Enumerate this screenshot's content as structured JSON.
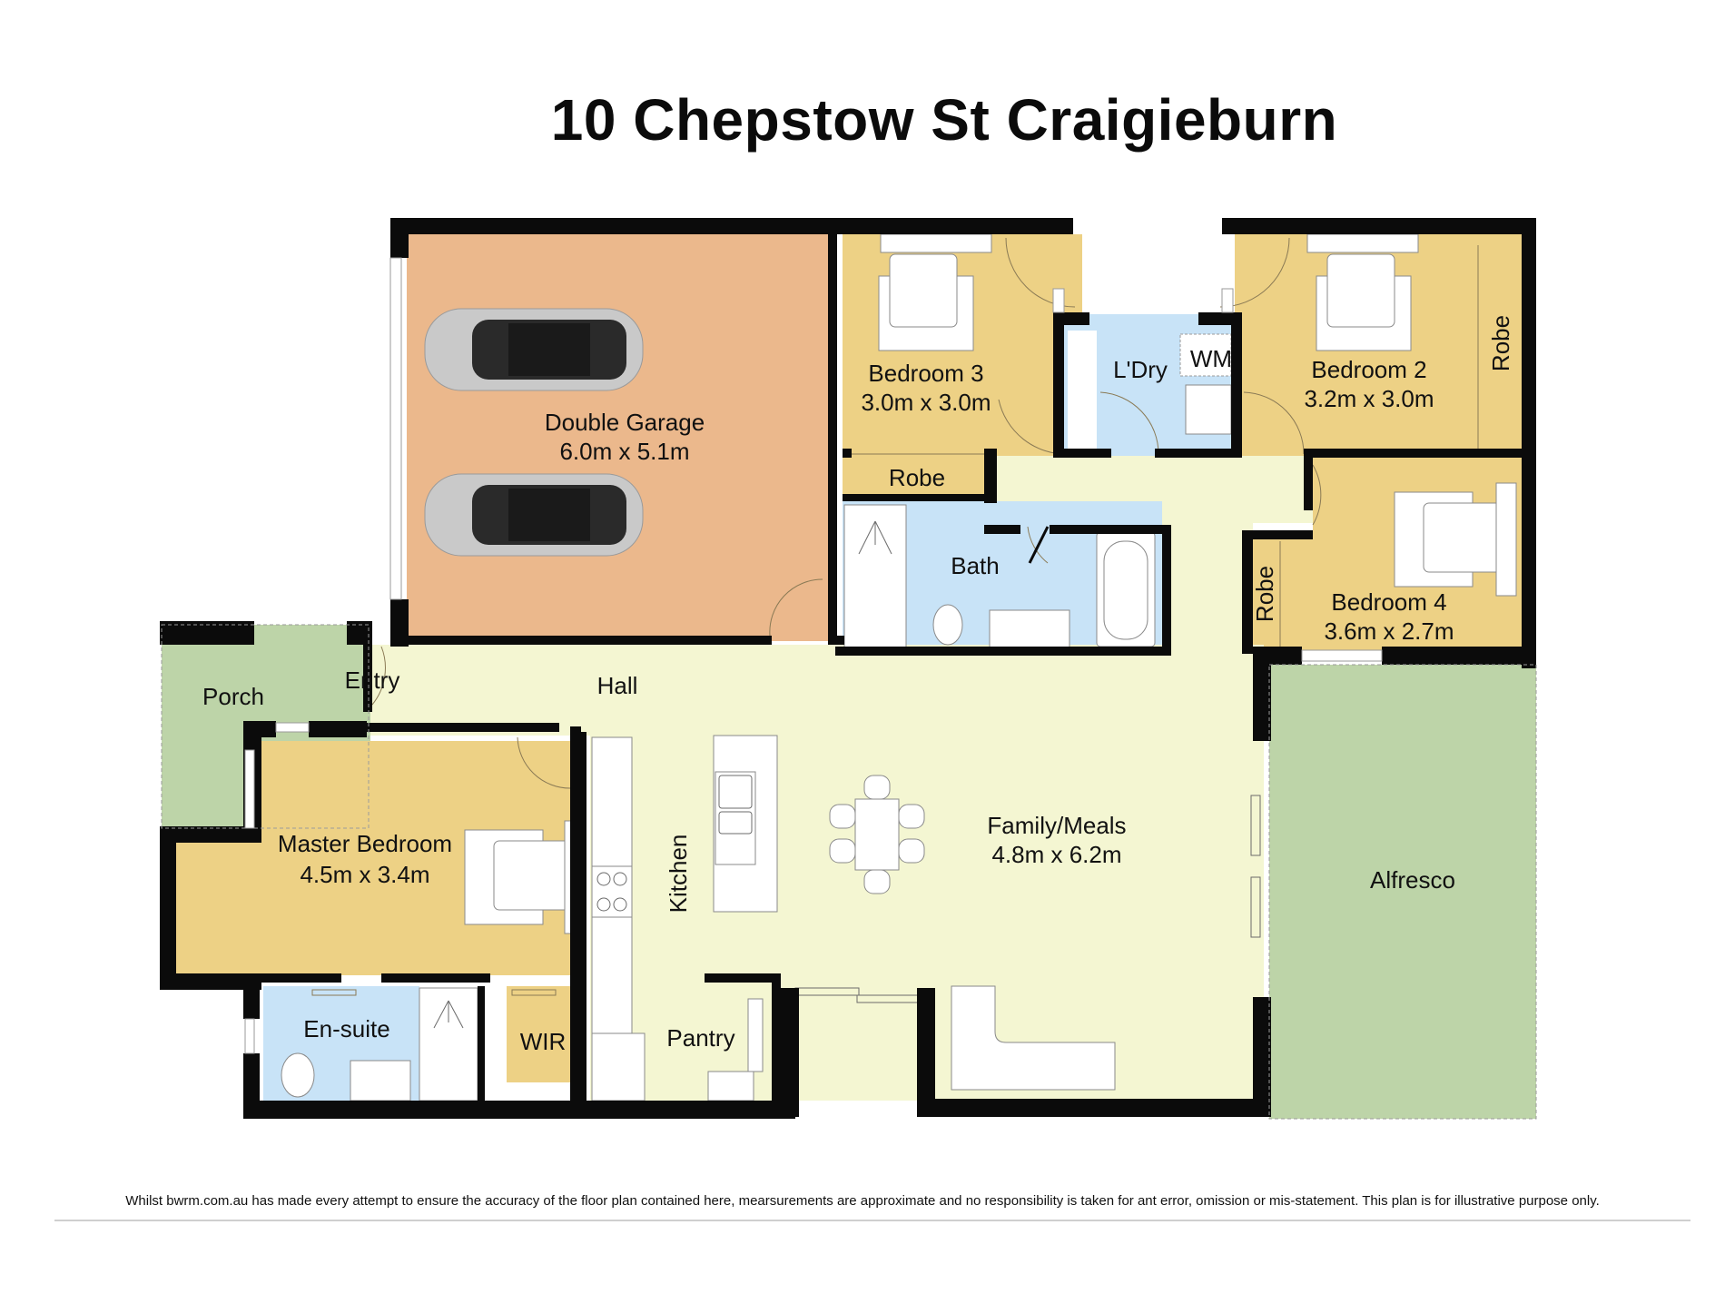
{
  "header": {
    "title": "10 Chepstow St Craigieburn"
  },
  "colors": {
    "garage": "#ebb88c",
    "bedroom": "#edd185",
    "wet": "#c8e3f7",
    "living": "#f4f6d2",
    "outdoor": "#bdd4a8",
    "wall": "#0b0b0b"
  },
  "rooms": {
    "garage": {
      "name": "Double Garage",
      "size": "6.0m x 5.1m"
    },
    "bed3": {
      "name": "Bedroom 3",
      "size": "3.0m x 3.0m"
    },
    "laundry": {
      "name": "L'Dry",
      "wm": "WM"
    },
    "bed2": {
      "name": "Bedroom 2",
      "size": "3.2m x 3.0m"
    },
    "robe_b3": {
      "name": "Robe"
    },
    "robe_b2": {
      "name": "Robe"
    },
    "robe_b4": {
      "name": "Robe"
    },
    "bath": {
      "name": "Bath"
    },
    "bed4": {
      "name": "Bedroom 4",
      "size": "3.6m x 2.7m"
    },
    "porch": {
      "name": "Porch"
    },
    "entry": {
      "name": "Entry"
    },
    "hall": {
      "name": "Hall"
    },
    "master": {
      "name": "Master Bedroom",
      "size": "4.5m x 3.4m"
    },
    "kitchen": {
      "name": "Kitchen"
    },
    "family": {
      "name": "Family/Meals",
      "size": "4.8m x 6.2m"
    },
    "alfresco": {
      "name": "Alfresco"
    },
    "ensuite": {
      "name": "En-suite"
    },
    "wir": {
      "name": "WIR"
    },
    "pantry": {
      "name": "Pantry"
    }
  },
  "footer": {
    "disclaimer": "Whilst bwrm.com.au has made every attempt to ensure the accuracy of the floor plan contained here, mearsurements are approximate and no responsibility is taken for ant error, omission or mis-statement. This plan is for illustrative purpose only."
  }
}
